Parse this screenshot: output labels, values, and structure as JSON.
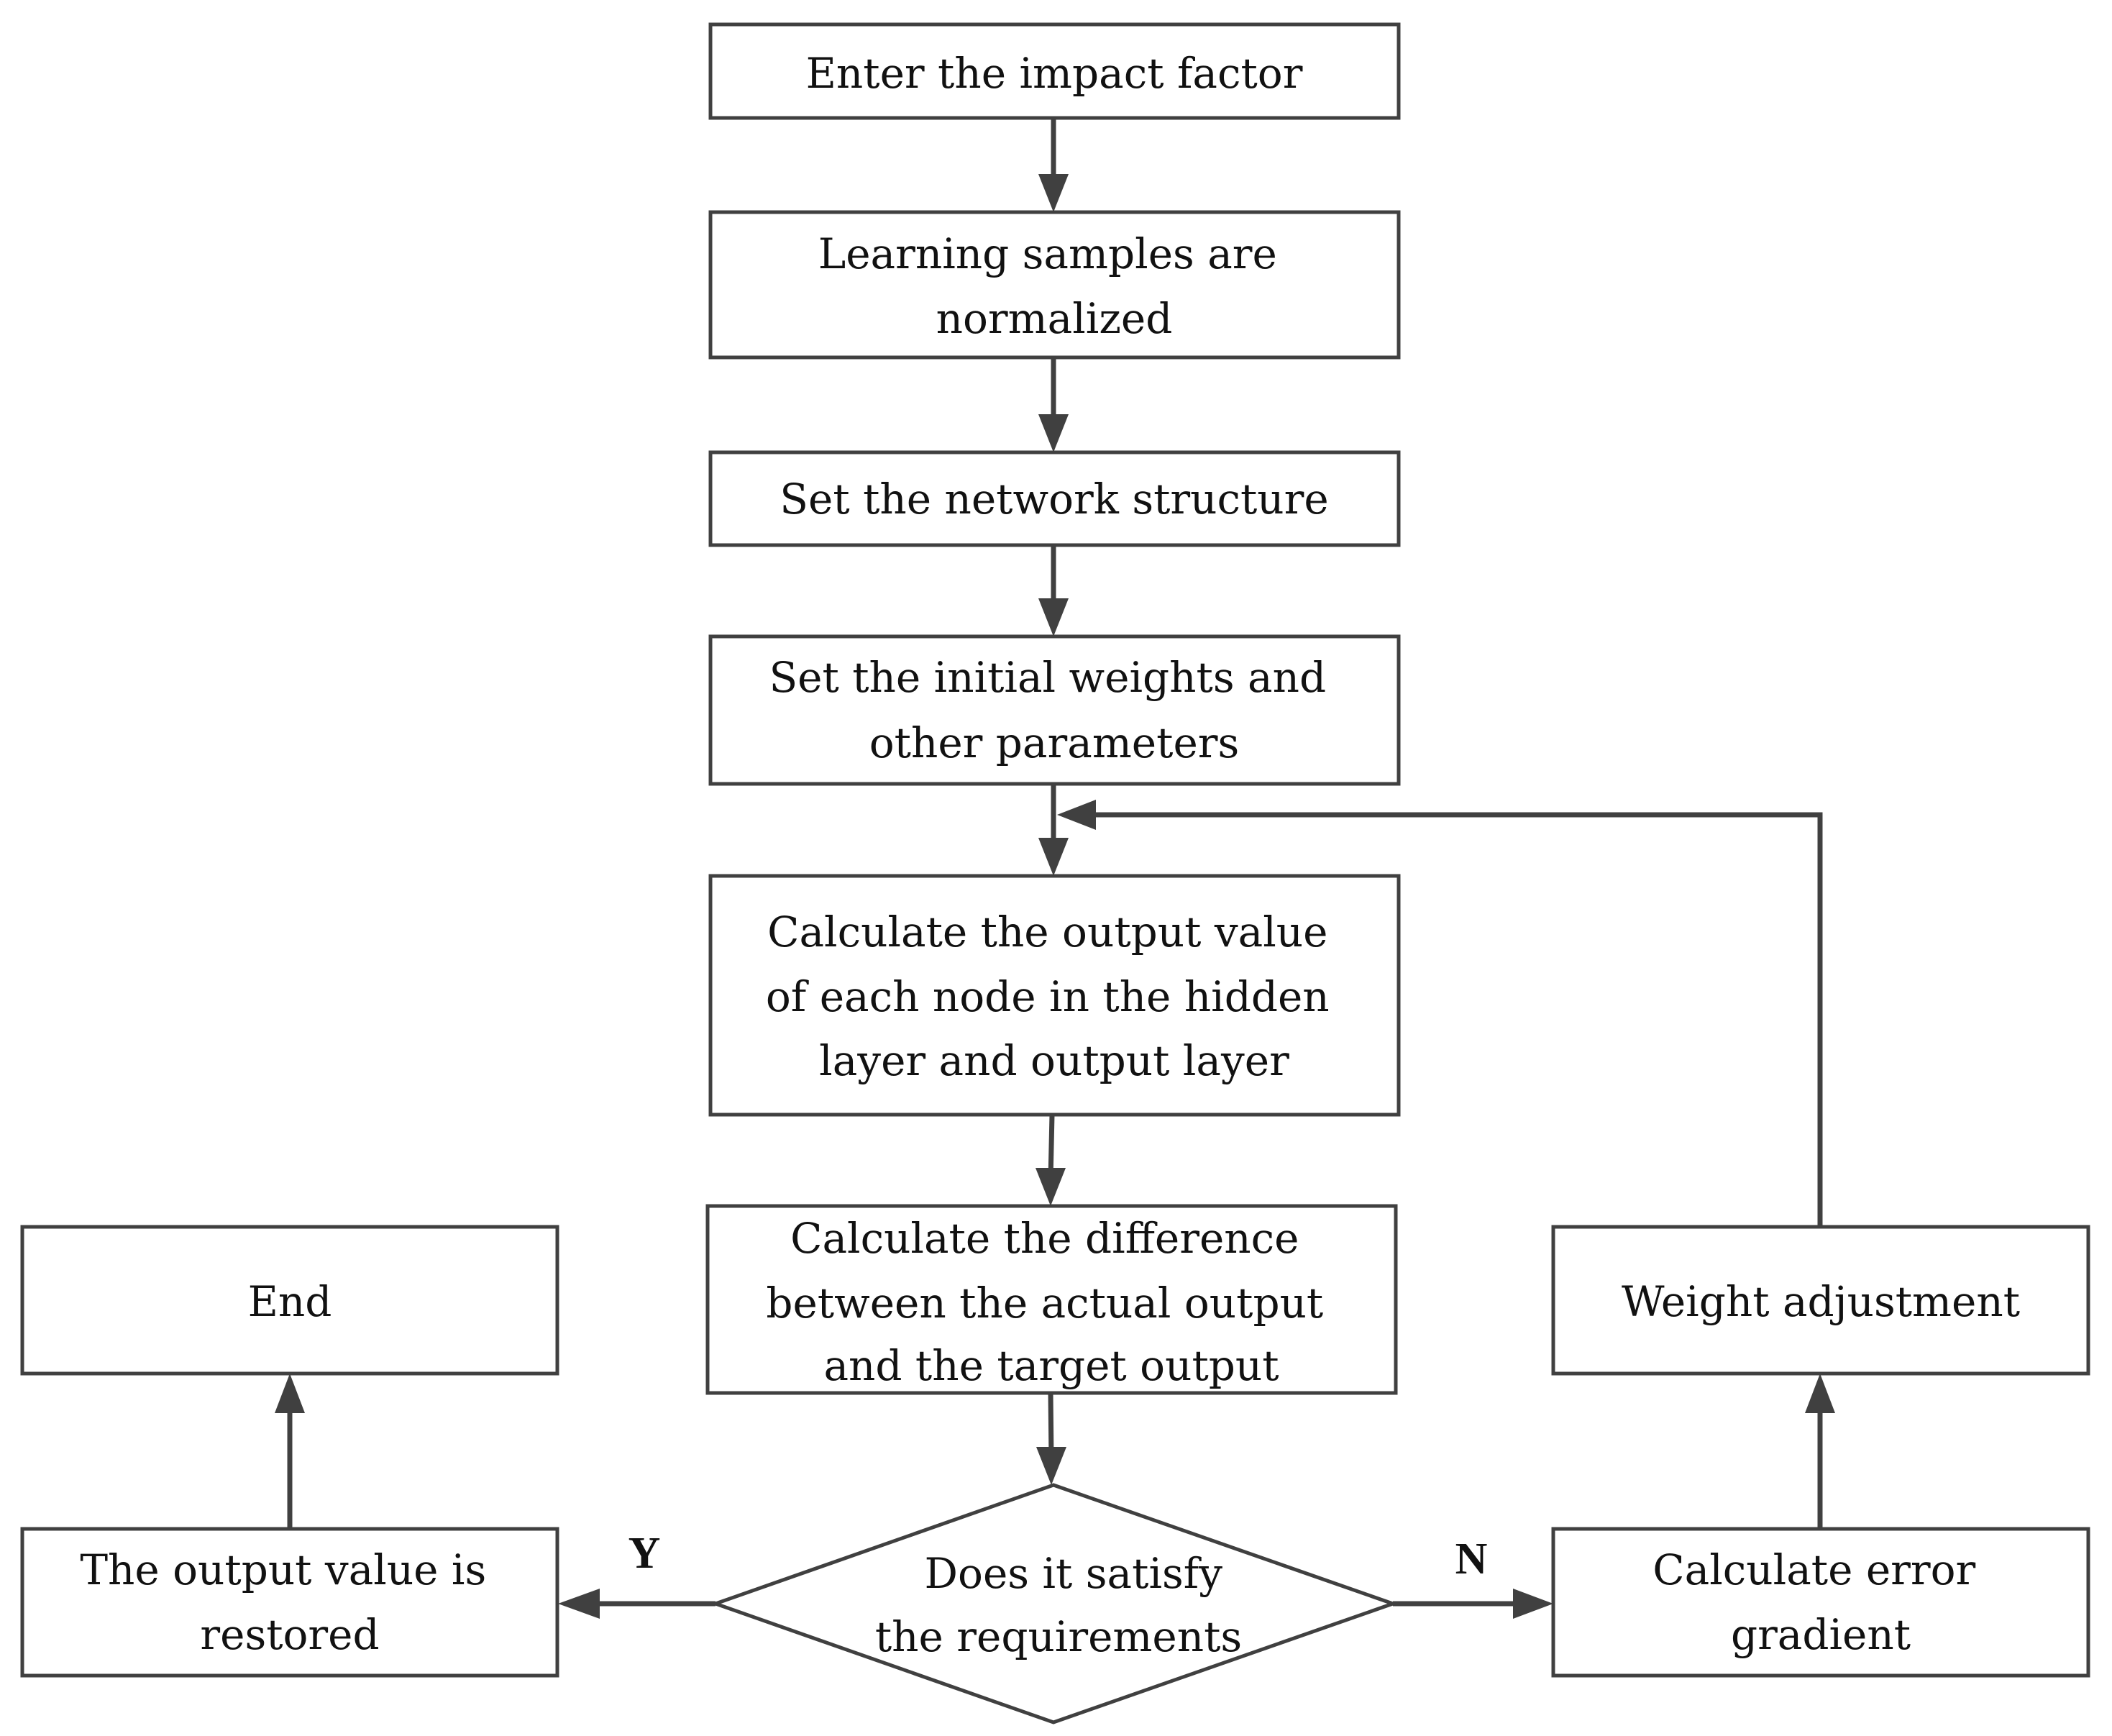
{
  "nodes": {
    "enter": {
      "lines": [
        "Enter the impact factor"
      ]
    },
    "normalize": {
      "lines": [
        "Learning samples are",
        "normalized"
      ]
    },
    "network": {
      "lines": [
        "Set the network structure"
      ]
    },
    "initial": {
      "lines": [
        "Set the initial weights and",
        "other parameters"
      ]
    },
    "calc_output": {
      "lines": [
        "Calculate the output value",
        "of each node in the hidden",
        "layer and output layer"
      ]
    },
    "difference": {
      "lines": [
        "Calculate the difference",
        "between the actual output",
        "and the target output"
      ]
    },
    "decision": {
      "lines": [
        "Does it satisfy",
        "the requirements"
      ]
    },
    "restore": {
      "lines": [
        "The output value is",
        "restored"
      ]
    },
    "end": {
      "lines": [
        "End"
      ]
    },
    "gradient": {
      "lines": [
        "Calculate error",
        "gradient"
      ]
    },
    "weight_adj": {
      "lines": [
        "Weight adjustment"
      ]
    }
  },
  "branches": {
    "yes": "Y",
    "no": "N"
  },
  "colors": {
    "stroke": "#404040",
    "text": "#111111",
    "background": "#ffffff"
  }
}
